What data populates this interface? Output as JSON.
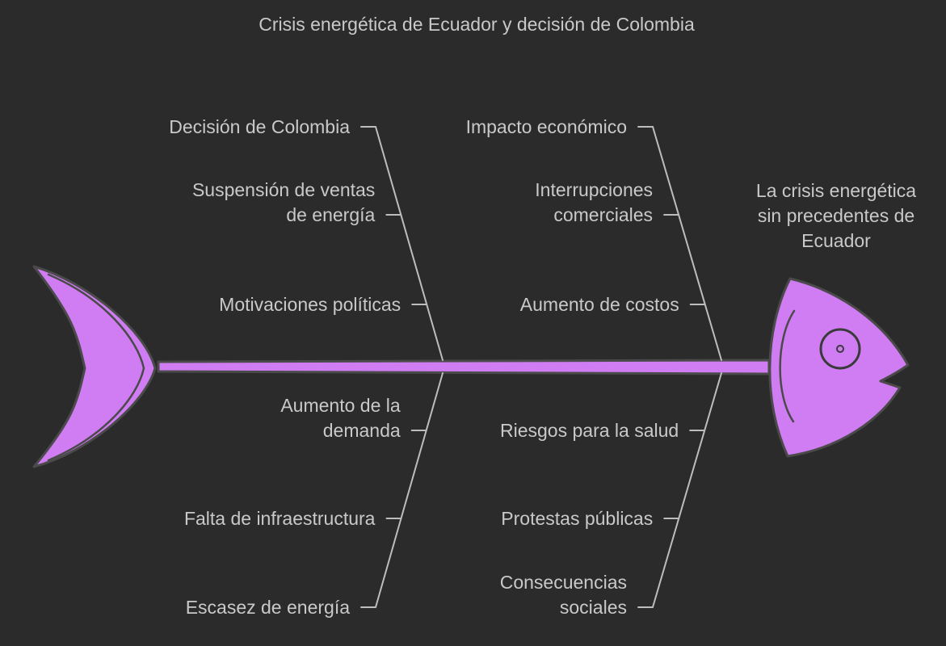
{
  "diagram": {
    "title": "Crisis energética de Ecuador y decisión de Colombia",
    "effect": [
      "La crisis energética",
      "sin precedentes de",
      "Ecuador"
    ],
    "causes": {
      "top_left": [
        [
          "Decisión de Colombia"
        ],
        [
          "Suspensión de ventas",
          "de energía"
        ],
        [
          "Motivaciones políticas"
        ]
      ],
      "top_right": [
        [
          "Impacto económico"
        ],
        [
          "Interrupciones",
          "comerciales"
        ],
        [
          "Aumento de costos"
        ]
      ],
      "bottom_left": [
        [
          "Aumento de la",
          "demanda"
        ],
        [
          "Falta de infraestructura"
        ],
        [
          "Escasez de energía"
        ]
      ],
      "bottom_right": [
        [
          "Riesgos para la salud"
        ],
        [
          "Protestas públicas"
        ],
        [
          "Consecuencias",
          "sociales"
        ]
      ]
    },
    "colors": {
      "background": "#2b2b2b",
      "fish": "#d07cf2",
      "text": "#c9c9c9",
      "bones": "#bdbdbd"
    }
  }
}
